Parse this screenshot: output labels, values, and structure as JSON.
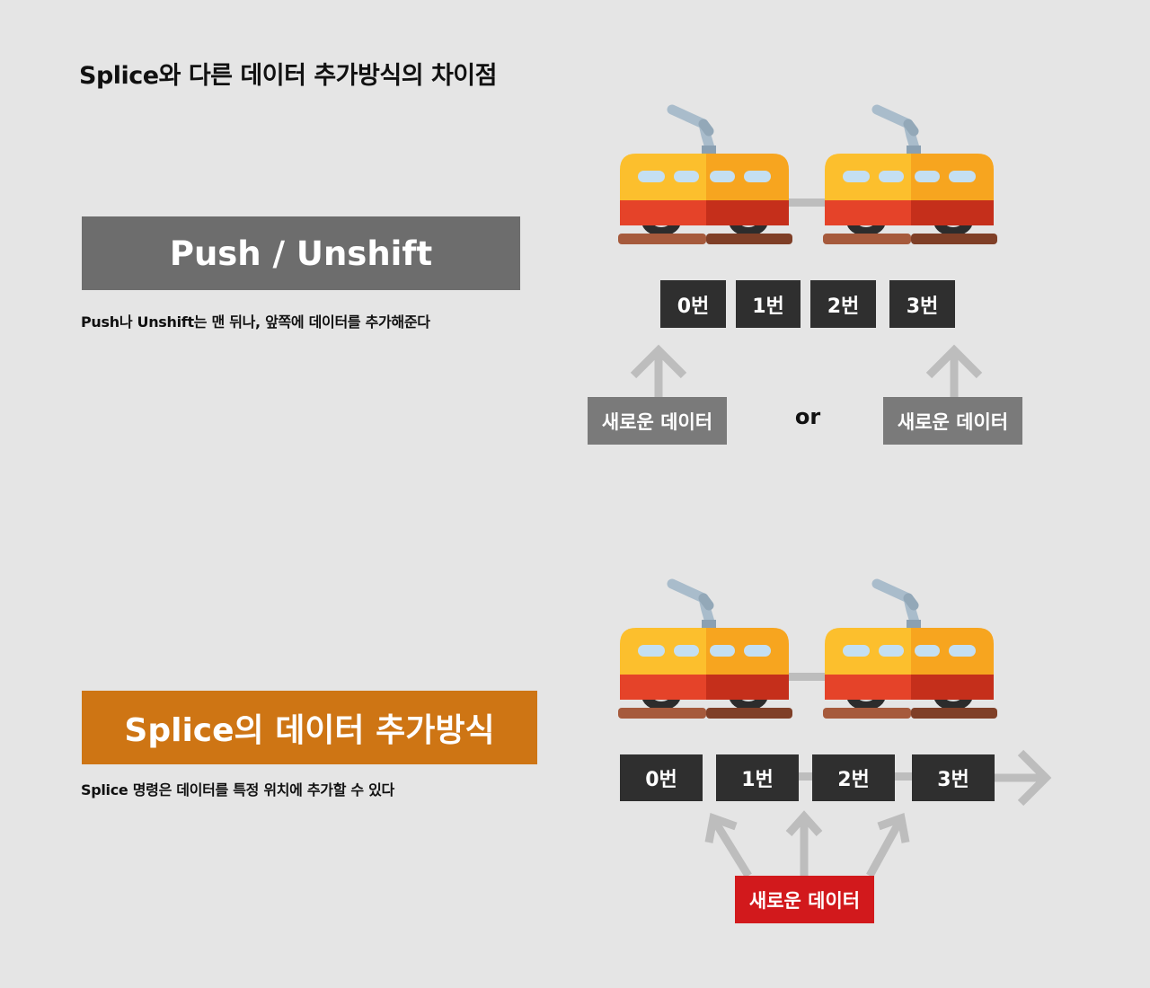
{
  "title": "Splice와 다른 데이터 추가방식의 차이점",
  "push_section": {
    "banner": "Push / Unshift",
    "description": "Push나 Unshift는 맨 뒤나, 앞쪽에 데이터를 추가해준다",
    "indices": [
      "0번",
      "1번",
      "2번",
      "3번"
    ],
    "new_data_left": "새로운 데이터",
    "new_data_right": "새로운 데이터",
    "or_label": "or"
  },
  "splice_section": {
    "banner": "Splice의 데이터 추가방식",
    "description": "Splice 명령은 데이터를 특정 위치에 추가할 수 있다",
    "indices": [
      "0번",
      "1번",
      "2번",
      "3번"
    ],
    "new_data": "새로운 데이터"
  },
  "colors": {
    "background": "#e5e5e5",
    "push_banner": "#6d6d6d",
    "splice_banner": "#ce7514",
    "index_box": "#2f2f2f",
    "new_data_gray": "#7a7a7a",
    "new_data_red": "#d2191c",
    "arrow": "#bdbdbd",
    "train_yellow": "#fbb726",
    "train_red": "#e4402a",
    "train_rail": "#8b4a33"
  },
  "icons": [
    "tram-icon",
    "arrow-up-icon",
    "arrow-right-icon"
  ]
}
